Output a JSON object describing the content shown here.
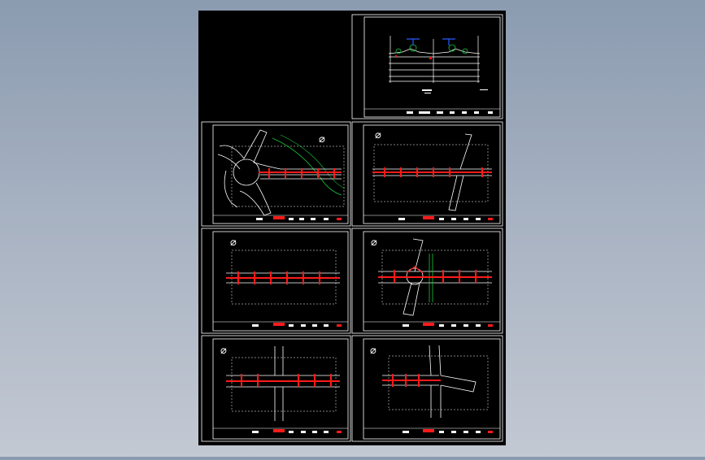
{
  "viewport": {
    "background": "#9aa6b8",
    "paper": "#000000"
  },
  "colors": {
    "line": "#ffffff",
    "accent": "#ff1a1a",
    "green": "#18c83a",
    "blue": "#2a5bff",
    "gray": "#bfbfbf"
  },
  "sheets": [
    {
      "id": "cross-section",
      "kind": "section"
    },
    {
      "id": "plan-1",
      "kind": "plan",
      "north": true
    },
    {
      "id": "plan-2",
      "kind": "plan",
      "north": true
    },
    {
      "id": "plan-3",
      "kind": "plan",
      "north": true
    },
    {
      "id": "plan-4",
      "kind": "plan",
      "north": true
    },
    {
      "id": "plan-5",
      "kind": "plan",
      "north": true
    },
    {
      "id": "plan-6",
      "kind": "plan",
      "north": true
    }
  ],
  "north_arrow_icon": "north-arrow-icon"
}
